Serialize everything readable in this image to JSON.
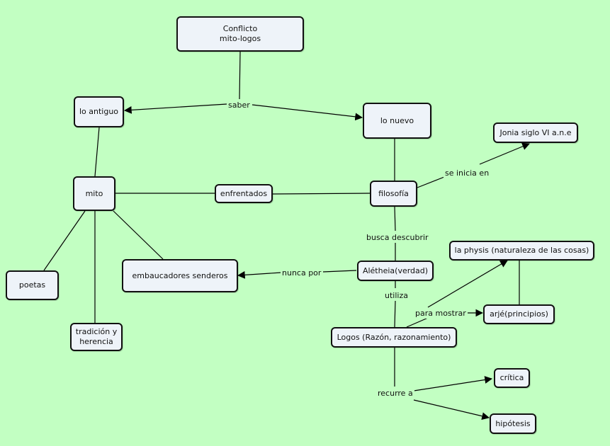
{
  "map": {
    "nodes": {
      "conflicto": "Conflicto\nmito-logos",
      "lo_antiguo": "lo antiguo",
      "lo_nuevo": "lo nuevo",
      "jonia": "Jonia siglo VI a.n.e",
      "mito": "mito",
      "enfrentados": "enfrentados",
      "filosofia": "filosofía",
      "poetas": "poetas",
      "embaucadores": "embaucadores senderos",
      "aletheia": "Alétheia(verdad)",
      "physis": "la physis (naturaleza de las cosas)",
      "tradicion": "tradición y\nherencia",
      "arje": "arjé(principios)",
      "logos": "Logos (Razón, razonamiento)",
      "critica": "crítica",
      "hipotesis": "hipótesis"
    },
    "links": {
      "saber": "saber",
      "se_inicia_en": "se inicia en",
      "busca_descubrir": "busca descubrir",
      "nunca_por": "nunca por",
      "utiliza": "utiliza",
      "para_mostrar": "para mostrar",
      "recurre_a": "recurre a"
    }
  }
}
